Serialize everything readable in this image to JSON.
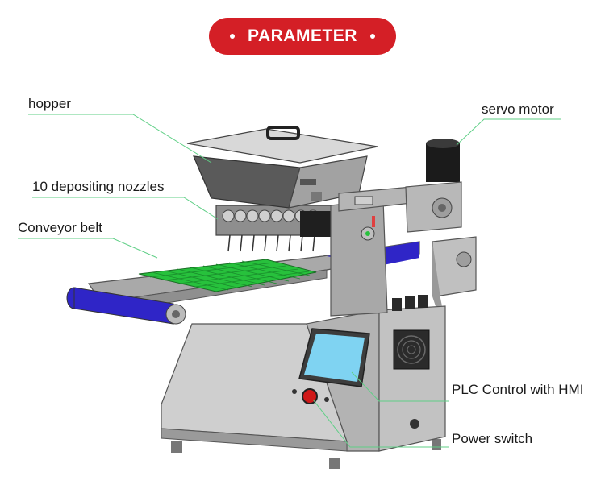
{
  "header": {
    "title": "PARAMETER"
  },
  "colors": {
    "accent": "#d41f26",
    "leader": "#5fcf86",
    "belt": "#2f25c7",
    "tray": "#27c13c",
    "body": "#b9b9b9",
    "screen": "#7fd3f2"
  },
  "labels": {
    "hopper": "hopper",
    "nozzles": "10 depositing nozzles",
    "conveyor": "Conveyor belt",
    "servo": "servo motor",
    "plc": "PLC Control with HMI",
    "power": "Power switch"
  }
}
